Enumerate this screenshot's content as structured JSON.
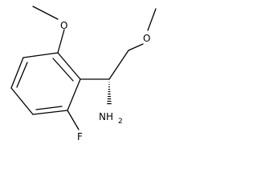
{
  "structure": {
    "atoms": {
      "o_top": "O",
      "o_right": "O",
      "n_amine": "NH",
      "n_amine_sub": "2",
      "f": "F"
    },
    "colors": {
      "bond": "#000000",
      "label": "#000000",
      "background": "#ffffff"
    }
  }
}
